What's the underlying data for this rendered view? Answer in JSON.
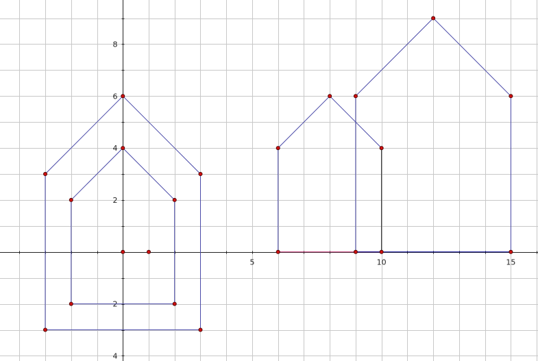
{
  "chart_data": {
    "type": "geometry",
    "x_range": [
      -4.75,
      16.05
    ],
    "y_range": [
      -4.2,
      9.7
    ],
    "grid": true,
    "x_ticks": [
      {
        "value": 5,
        "label": "5"
      },
      {
        "value": 10,
        "label": "10"
      },
      {
        "value": 15,
        "label": "15"
      }
    ],
    "y_ticks": [
      {
        "value": 8,
        "label": "8"
      },
      {
        "value": 6,
        "label": "6"
      },
      {
        "value": 4,
        "label": "4"
      },
      {
        "value": 2,
        "label": "2"
      },
      {
        "value": -2,
        "label": "2"
      },
      {
        "value": -4,
        "label": "4"
      }
    ],
    "colors": {
      "shape": "#4a4aa8",
      "black": "#111111",
      "base": "#000090",
      "highlight": "#c03070",
      "point_fill": "#cc1010"
    },
    "shapes": [
      {
        "name": "outer-house-left",
        "color": "shape",
        "points": [
          [
            -3,
            -3
          ],
          [
            -3,
            3
          ],
          [
            0,
            6
          ],
          [
            3,
            3
          ],
          [
            3,
            -3
          ],
          [
            -3,
            -3
          ]
        ]
      },
      {
        "name": "inner-house-left",
        "color": "shape",
        "points": [
          [
            -2,
            -2
          ],
          [
            -2,
            2
          ],
          [
            0,
            4
          ],
          [
            2,
            2
          ],
          [
            2,
            -2
          ],
          [
            -2,
            -2
          ]
        ]
      },
      {
        "name": "small-house-roof",
        "color": "shape",
        "points": [
          [
            6,
            0
          ],
          [
            6,
            4
          ],
          [
            8,
            6
          ],
          [
            10,
            4
          ]
        ]
      },
      {
        "name": "small-house-right-wall",
        "color": "black",
        "points": [
          [
            10,
            4
          ],
          [
            10,
            0
          ]
        ]
      },
      {
        "name": "large-house",
        "color": "shape",
        "points": [
          [
            9,
            0
          ],
          [
            9,
            6
          ],
          [
            12,
            9
          ],
          [
            15,
            6
          ],
          [
            15,
            0
          ]
        ]
      },
      {
        "name": "small-house-base",
        "color": "highlight",
        "width": 2.2,
        "points": [
          [
            6,
            0
          ],
          [
            10,
            0
          ]
        ]
      },
      {
        "name": "large-house-base",
        "color": "base",
        "width": 2.4,
        "points": [
          [
            9,
            0
          ],
          [
            15,
            0
          ]
        ]
      }
    ],
    "points": [
      [
        -3,
        -3
      ],
      [
        -3,
        3
      ],
      [
        0,
        6
      ],
      [
        3,
        3
      ],
      [
        3,
        -3
      ],
      [
        -2,
        -2
      ],
      [
        -2,
        2
      ],
      [
        0,
        4
      ],
      [
        2,
        2
      ],
      [
        2,
        -2
      ],
      [
        0,
        0
      ],
      [
        1,
        0
      ],
      [
        6,
        0
      ],
      [
        6,
        4
      ],
      [
        8,
        6
      ],
      [
        10,
        4
      ],
      [
        10,
        0
      ],
      [
        9,
        0
      ],
      [
        9,
        6
      ],
      [
        12,
        9
      ],
      [
        15,
        6
      ],
      [
        15,
        0
      ]
    ]
  }
}
